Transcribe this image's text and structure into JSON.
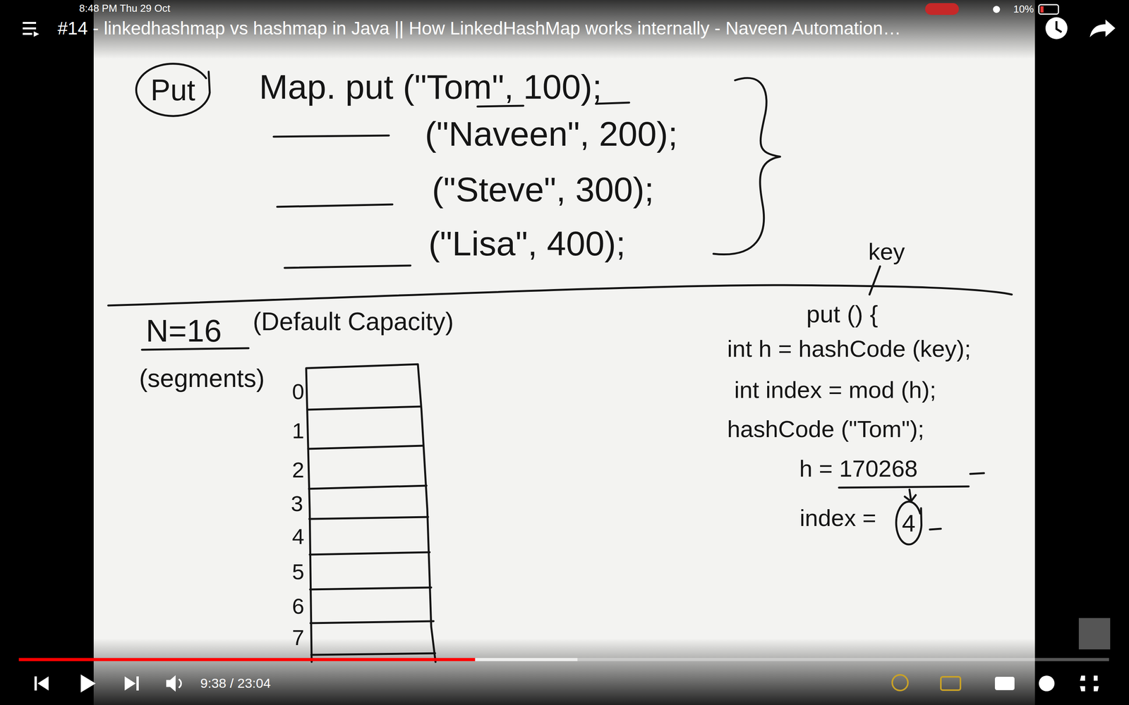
{
  "diagram": {
    "title": "#14 - linkedhashmap vs hashmap in Java || How LinkedHashMap works internally - Naveen Automation…",
    "nodes": [
      {
        "text": [
          "Put"
        ]
      },
      {
        "text": [
          "4"
        ]
      }
    ],
    "labels": [
      "Map. put (\"Tom\", 100);",
      "(\"Naveen\", 200);",
      "(\"Steve\", 300);",
      "(\"Lisa\", 400);",
      "N=16",
      "(Default Capacity)",
      "(segments)",
      "0",
      "1",
      "2",
      "3",
      "4",
      "5",
      "6",
      "7",
      "key",
      "put () {",
      "int h = hashCode (key);",
      "int index = mod (h);",
      "hashCode (\"Tom\");",
      "h = 170268",
      "index =",
      "8:48 PM  Thu 29 Oct",
      "10%",
      "9:38 / 23:04"
    ]
  }
}
